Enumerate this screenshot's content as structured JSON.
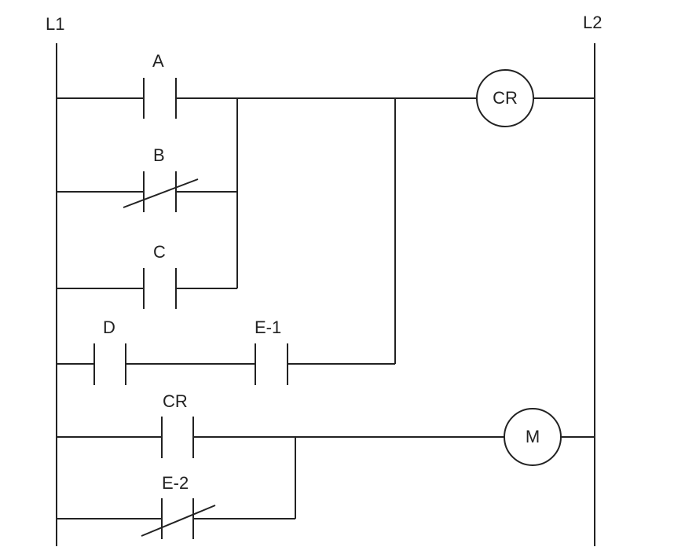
{
  "rails": {
    "left": "L1",
    "right": "L2"
  },
  "contacts": {
    "a": {
      "label": "A",
      "type": "normally-open"
    },
    "b": {
      "label": "B",
      "type": "normally-closed"
    },
    "c": {
      "label": "C",
      "type": "normally-open"
    },
    "d": {
      "label": "D",
      "type": "normally-open"
    },
    "e1": {
      "label": "E-1",
      "type": "normally-open"
    },
    "cr": {
      "label": "CR",
      "type": "normally-open"
    },
    "e2": {
      "label": "E-2",
      "type": "normally-closed"
    }
  },
  "coils": {
    "cr": {
      "label": "CR"
    },
    "m": {
      "label": "M"
    }
  }
}
